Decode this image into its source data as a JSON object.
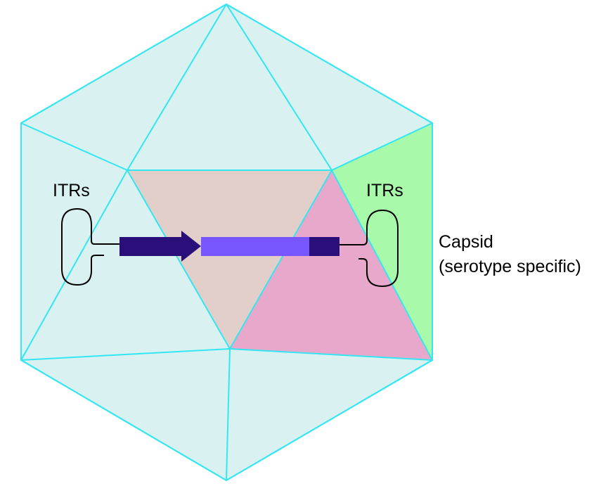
{
  "labels": {
    "itr_left": "ITRs",
    "itr_right": "ITRs",
    "capsid_line1": "Capsid",
    "capsid_line2": "(serotype specific)"
  },
  "colors": {
    "capsid_fill": "#d9f1f1",
    "capsid_edge": "#33e6f2",
    "center_face": "#e2cfca",
    "pink_face": "#e8a8cb",
    "green_face": "#a8f9aa",
    "promoter": "#2a0f7a",
    "transgene": "#7755ff",
    "polya": "#2a0f7a",
    "line": "#000000"
  }
}
